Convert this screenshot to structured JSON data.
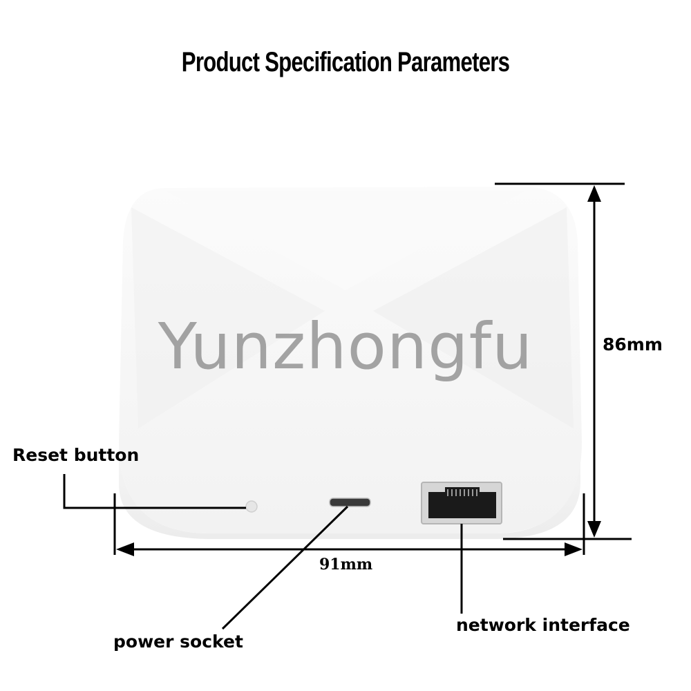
{
  "title": "Product Specification Parameters",
  "watermark": "Yunzhongfu",
  "labels": {
    "reset": "Reset button",
    "power": "power socket",
    "network": "network interface",
    "height": "86mm",
    "width": "91mm"
  },
  "colors": {
    "background": "#ffffff",
    "device_body": "#f4f4f4",
    "text": "#000000",
    "watermark": "#8f8f8f"
  }
}
